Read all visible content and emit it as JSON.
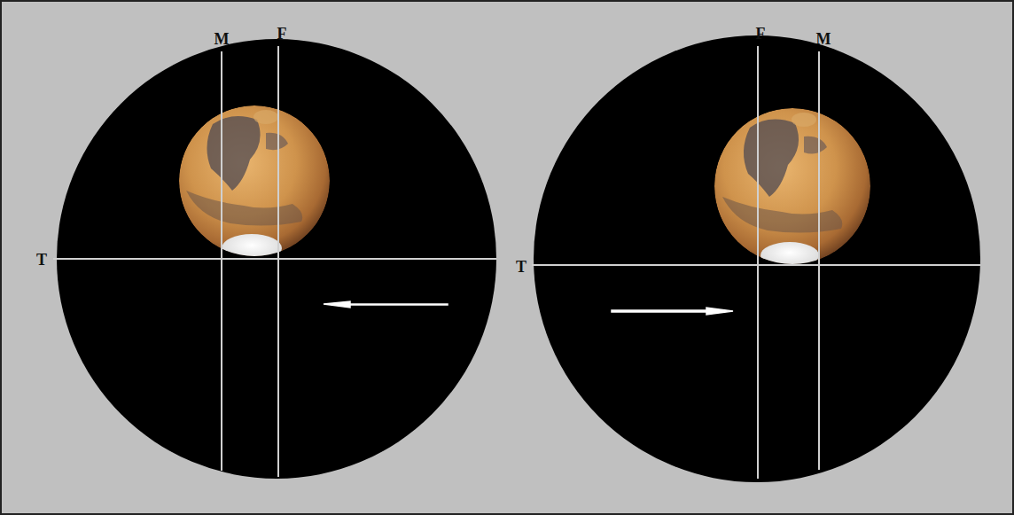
{
  "diagram": {
    "labels": [
      "M",
      "F",
      "T",
      "F",
      "M",
      "T"
    ]
  }
}
